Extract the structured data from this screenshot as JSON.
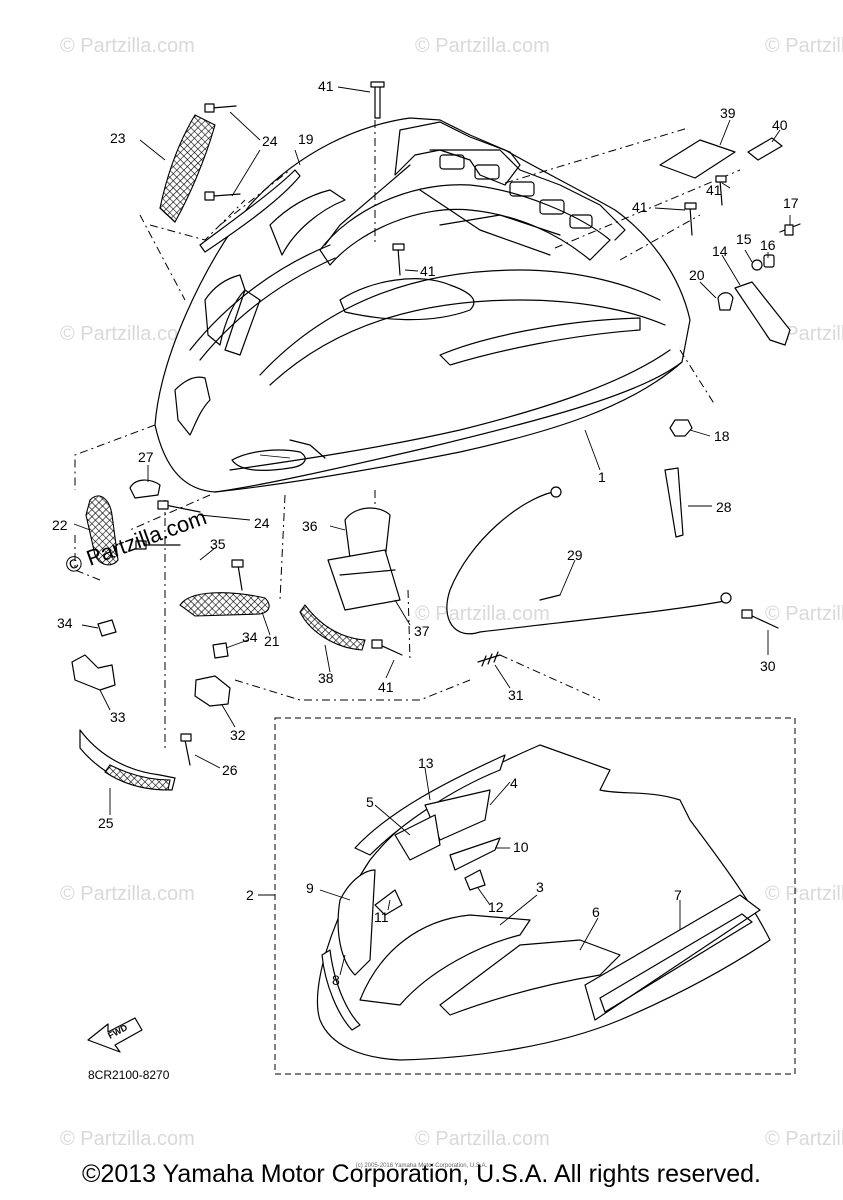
{
  "watermark": {
    "text": "© Partzilla.com",
    "center_text": "© Partzilla.com"
  },
  "diagram": {
    "code": "8CR2100-8270",
    "fwd_label": "FWD",
    "callouts": {
      "c1": "1",
      "c2": "2",
      "c3": "3",
      "c4": "4",
      "c5": "5",
      "c6": "6",
      "c7": "7",
      "c8": "8",
      "c9": "9",
      "c10": "10",
      "c11": "11",
      "c12": "12",
      "c13": "13",
      "c14": "14",
      "c15": "15",
      "c16": "16",
      "c17": "17",
      "c18": "18",
      "c19": "19",
      "c20": "20",
      "c21": "21",
      "c22": "22",
      "c23": "23",
      "c24a": "24",
      "c24b": "24",
      "c25": "25",
      "c26": "26",
      "c27": "27",
      "c28": "28",
      "c29": "29",
      "c30": "30",
      "c31": "31",
      "c32": "32",
      "c33": "33",
      "c34a": "34",
      "c34b": "34",
      "c35": "35",
      "c36": "36",
      "c37": "37",
      "c38": "38",
      "c41a": "41",
      "c41b": "41",
      "c41c": "41",
      "c41d": "41",
      "c41e": "41",
      "c39": "39",
      "c40": "40"
    }
  },
  "footer": {
    "copyright": "©2013 Yamaha Motor Corporation, U.S.A. All rights reserved.",
    "tiny_credit": "(c) 2005-2016 Yamaha Motor Corporation, U.S.A."
  }
}
